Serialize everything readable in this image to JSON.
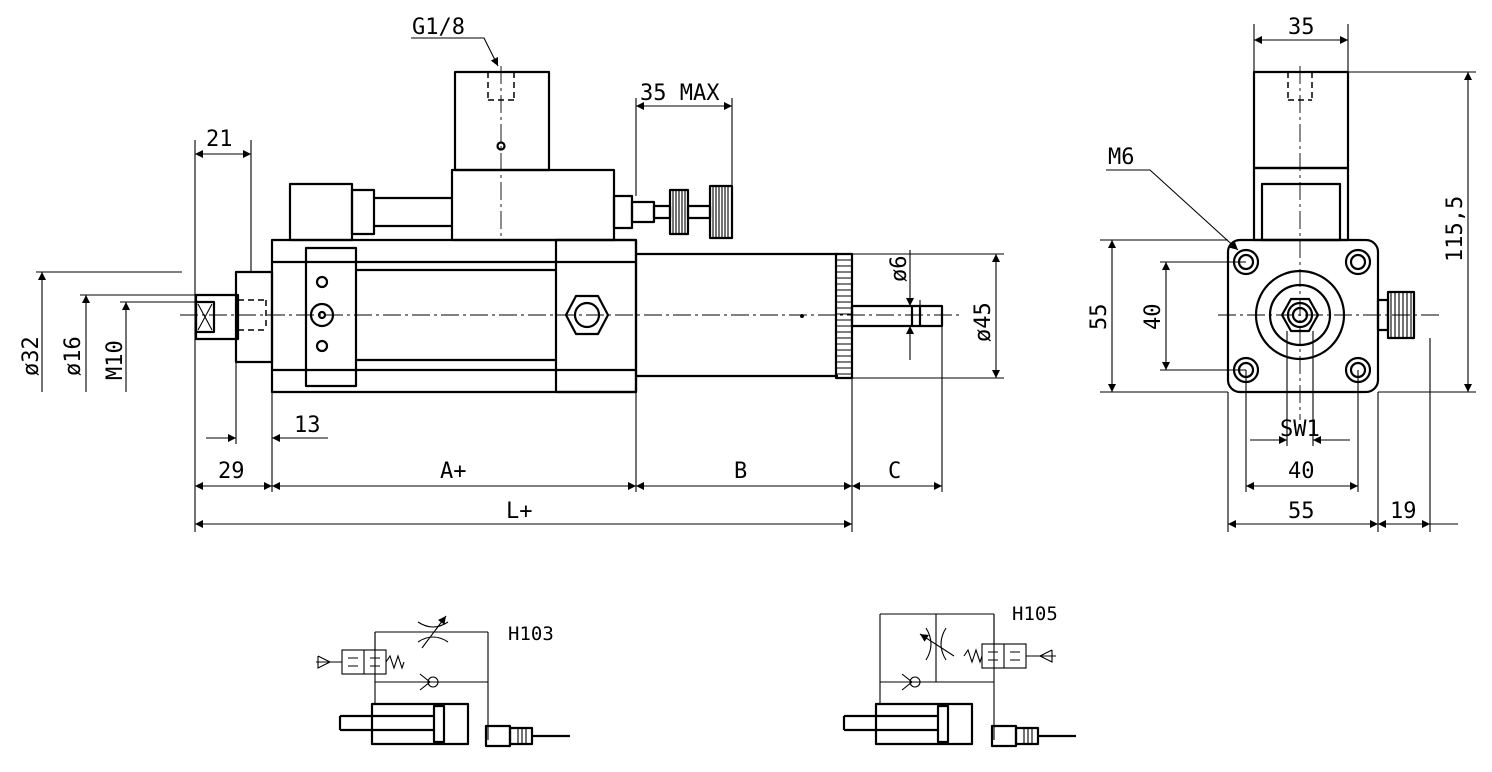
{
  "labels": {
    "port": "G1/8",
    "dim_21": "21",
    "dim_35_max": "35 MAX",
    "dim_d32": "ø32",
    "dim_d16": "ø16",
    "dim_m10": "M10",
    "dim_13": "13",
    "dim_29": "29",
    "dim_a": "A+",
    "dim_b": "B",
    "dim_c": "C",
    "dim_l": "L+",
    "dim_d6": "ø6",
    "dim_d45": "ø45",
    "end_dim_35": "35",
    "end_thread": "M6",
    "end_dim_115": "115,5",
    "end_dim_55v": "55",
    "end_dim_40v": "40",
    "end_sw1": "SW1",
    "end_dim_40h": "40",
    "end_dim_55h": "55",
    "end_dim_19": "19",
    "sym_h103": "H103",
    "sym_h105": "H105"
  },
  "icons": {
    "arrow": "dimension-arrow-icon",
    "flow_valve": "throttle-valve-icon",
    "check_valve": "check-valve-icon",
    "solenoid": "solenoid-valve-icon"
  }
}
